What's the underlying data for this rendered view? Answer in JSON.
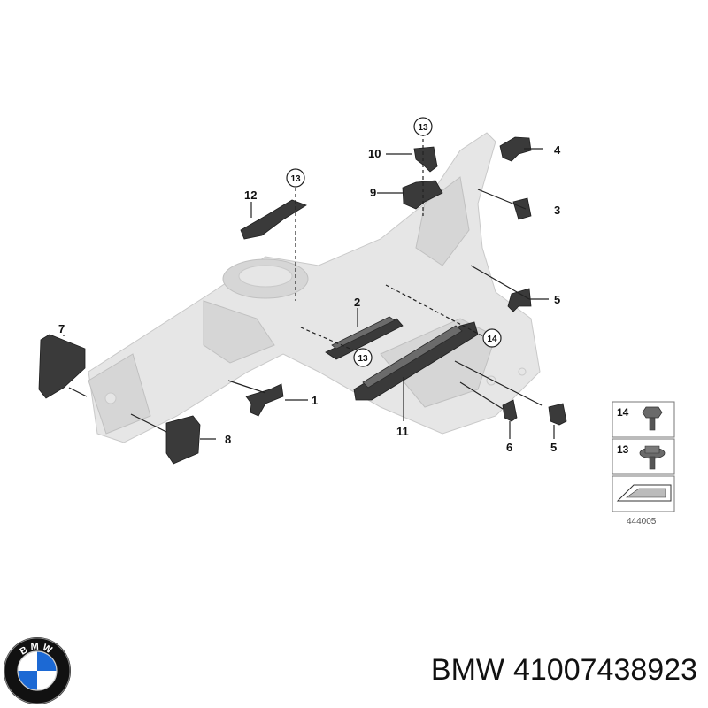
{
  "callouts": {
    "c1": "1",
    "c2": "2",
    "c3": "3",
    "c4": "4",
    "c5a": "5",
    "c5b": "5",
    "c6": "6",
    "c7": "7",
    "c8": "8",
    "c9": "9",
    "c10": "10",
    "c11": "11",
    "c12": "12",
    "c13a": "13",
    "c13b": "13",
    "c13c": "13",
    "c14": "14"
  },
  "legend": {
    "item_14": "14",
    "item_13": "13",
    "diagram_code": "444005"
  },
  "footer": {
    "brand": "BMW",
    "part_number": "41007438923",
    "logo_letters": "BMW"
  },
  "colors": {
    "frame": "#e6e6e6",
    "part": "#3a3a3a",
    "logo_blue": "#1c69d4"
  }
}
